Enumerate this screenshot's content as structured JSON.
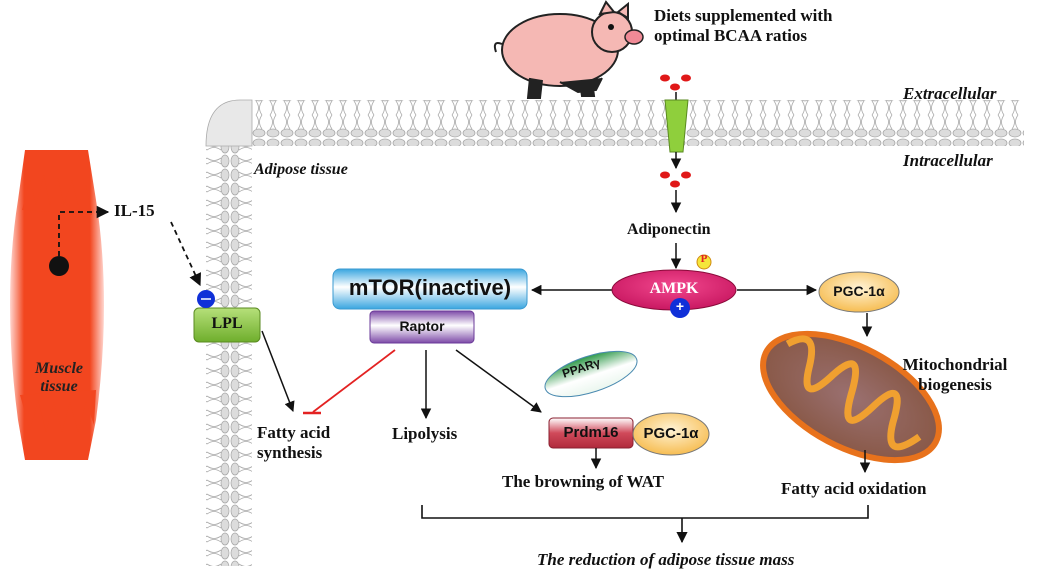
{
  "title": "BCAA ratio diets reduce adipose tissue mass pathway",
  "labels": {
    "diet": [
      "Diets supplemented with",
      "optimal BCAA ratios"
    ],
    "extracellular": "Extracellular",
    "intracellular": "Intracellular",
    "adipose_tissue": "Adipose tissue",
    "muscle_tissue": [
      "Muscle",
      "tissue"
    ],
    "il15": "IL-15",
    "lpl": "LPL",
    "adiponectin": "Adiponectin",
    "ampk": "AMPK",
    "phospho": "P",
    "plus": "+",
    "minus": "–",
    "mtor": "mTOR(inactive)",
    "raptor": "Raptor",
    "pgc1a_top": "PGC-1α",
    "pgc1a_complex": "PGC-1α",
    "ppary": "PPARγ",
    "prdm16": "Prdm16",
    "mito": [
      "Mitochondrial",
      "biogenesis"
    ],
    "fatty_acid_synthesis": [
      "Fatty acid",
      "synthesis"
    ],
    "lipolysis": "Lipolysis",
    "browning": "The browning of WAT",
    "fao": "Fatty acid oxidation",
    "outcome": "The reduction of adipose tissue mass"
  },
  "colors": {
    "muscle": "#f2461f",
    "lpl": "#8cc63f",
    "ampk": "#e0196e",
    "mtor": "#4fb3e8",
    "raptor": "#8a5bb0",
    "pgc": "#f7c05a",
    "ppar": "#3aa35a",
    "prdm16": "#c0394a",
    "inhibit": "#e32222",
    "membrane": "#b5b5b5",
    "mito": "#e8721c",
    "pig": "#f5b8b4",
    "bcaa": "#e01818",
    "channel": "#8fcf3c"
  }
}
